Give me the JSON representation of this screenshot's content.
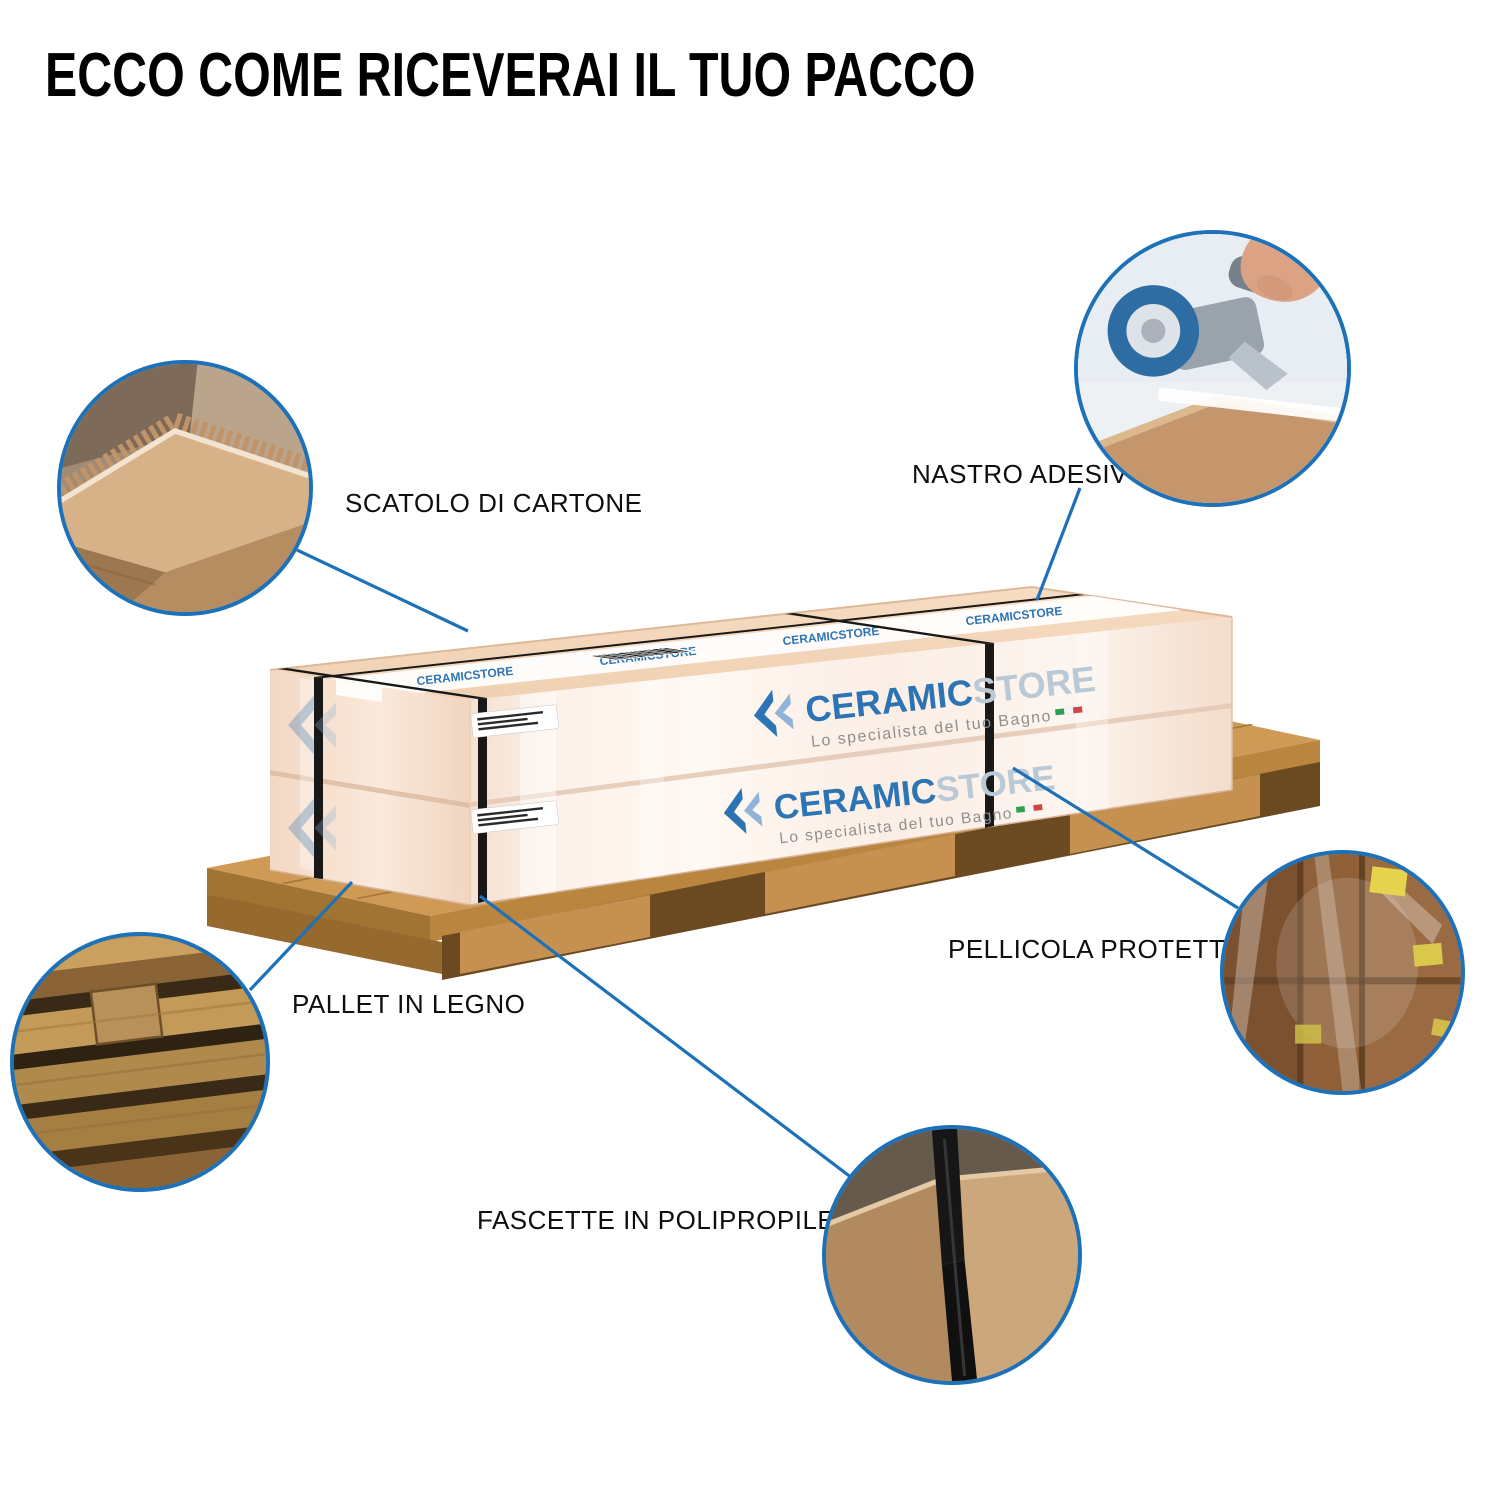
{
  "page": {
    "title": "ECCO COME RICEVERAI IL TUO PACCO"
  },
  "callouts": {
    "scatolo": {
      "label": "SCATOLO DI CARTONE"
    },
    "nastro": {
      "label": "NASTRO ADESIVO"
    },
    "pellicola": {
      "label": "PELLICOLA PROTETTIVA"
    },
    "pallet": {
      "label": "PALLET IN LEGNO"
    },
    "fascette": {
      "label": "FASCETTE IN POLIPROPILENE"
    }
  },
  "package": {
    "brand": "CERAMIC",
    "brand_suffix": "STORE",
    "tagline": "Lo specialista del tuo Bagno",
    "tape_logo": "CERAMICSTORE"
  },
  "colors": {
    "accent_blue": "#1d71b8",
    "logo_blue": "#2d74b5",
    "logo_light": "#b9c9d6",
    "cardboard_top": "#f5d7bb",
    "wood": "#cf9a55",
    "strap": "#181818"
  }
}
